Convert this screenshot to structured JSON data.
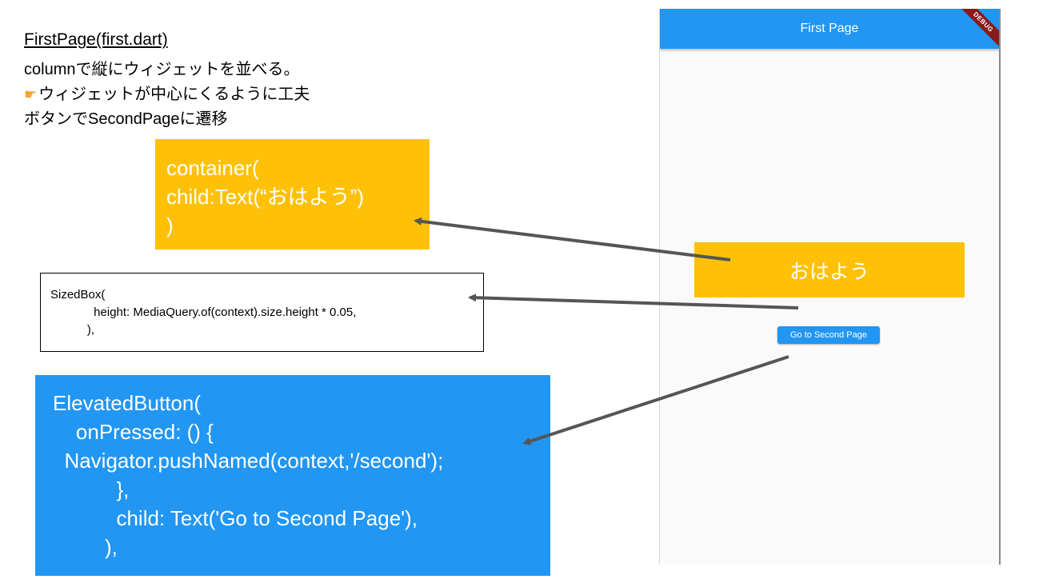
{
  "description": {
    "title": "FirstPage(first.dart)",
    "line1": "columnで縦にウィジェットを並べる。",
    "line2_icon": "pointing-hand-icon",
    "line2": "ウィジェットが中心にくるように工夫",
    "line3": "ボタンでSecondPageに遷移"
  },
  "code_container": {
    "lines": [
      "container(",
      "child:Text(“おはよう”)",
      ")"
    ]
  },
  "code_sizedbox": {
    "lines": [
      "SizedBox(",
      "             height: MediaQuery.of(context).size.height * 0.05,",
      "           ),"
    ]
  },
  "code_button": {
    "lines": [
      "ElevatedButton(",
      "    onPressed: () {",
      "  Navigator.pushNamed(context,'/second');",
      "           },",
      "           child: Text('Go to Second Page'),",
      "         ),"
    ]
  },
  "phone": {
    "appbar_title": "First Page",
    "debug_banner": "DEBUG",
    "text_container": "おはよう",
    "button_label": "Go to Second Page"
  },
  "colors": {
    "yellow": "#ffc107",
    "blue": "#2196f3",
    "arrow": "#555555"
  }
}
